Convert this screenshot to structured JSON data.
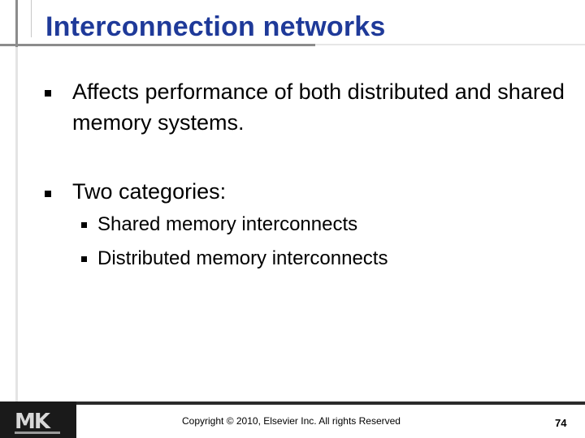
{
  "slide": {
    "title": "Interconnection networks",
    "bullets": [
      {
        "text": "Affects performance of both distributed and shared memory systems."
      },
      {
        "text": "Two categories:"
      }
    ],
    "sub_bullets": [
      {
        "text": "Shared memory interconnects"
      },
      {
        "text": "Distributed memory interconnects"
      }
    ]
  },
  "footer": {
    "logo": "MK",
    "copyright": "Copyright © 2010, Elsevier Inc. All rights Reserved",
    "page_number": "74"
  },
  "colors": {
    "title": "#1f3a99",
    "text": "#000000",
    "footer_dark": "#1a1a1a"
  }
}
